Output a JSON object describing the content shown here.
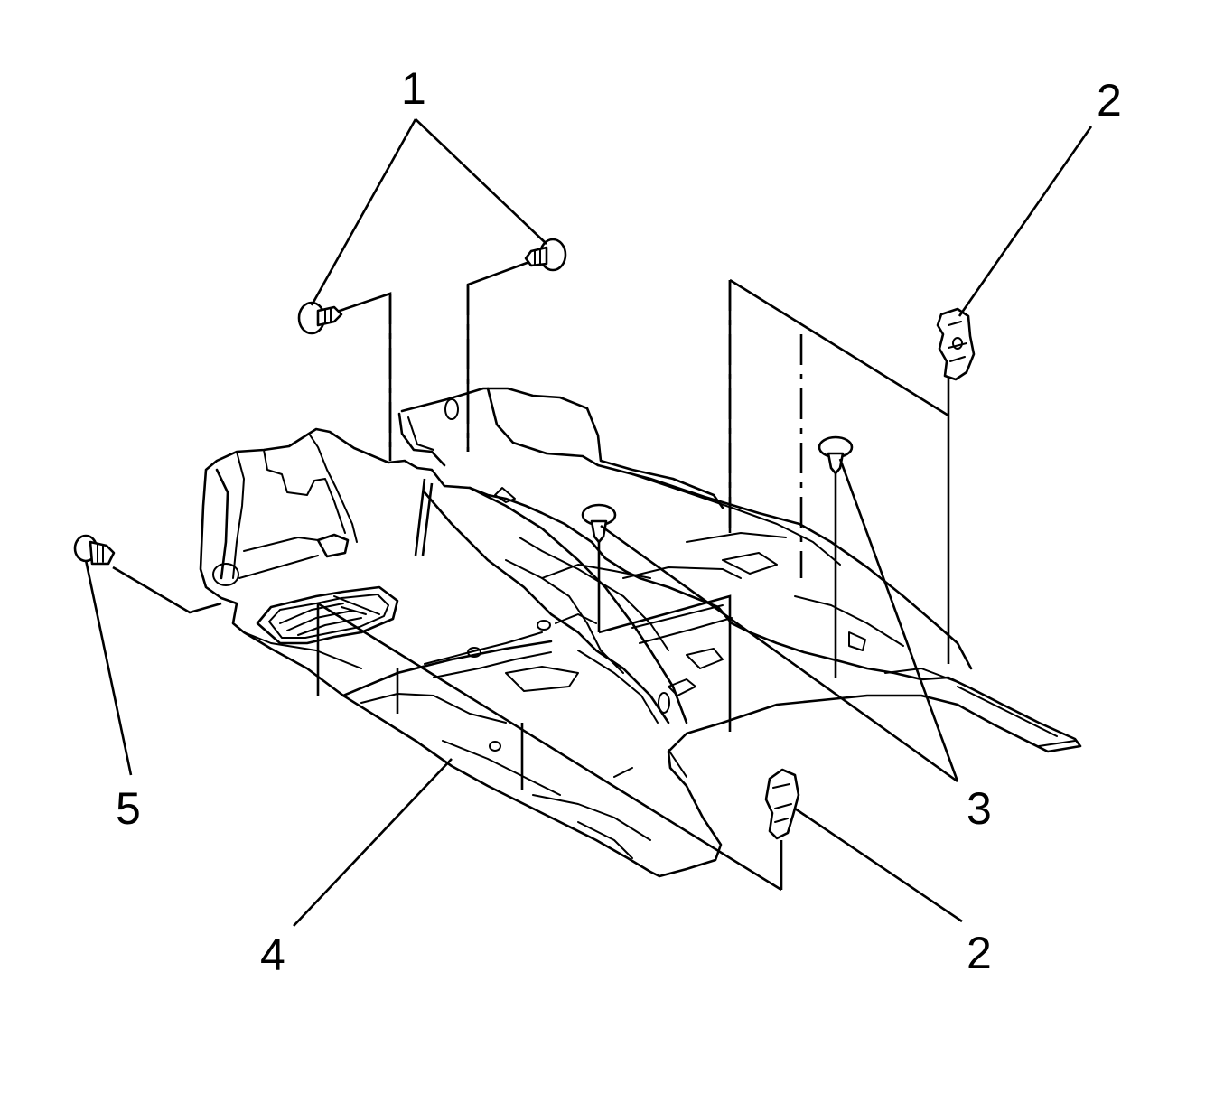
{
  "callouts": {
    "c1": "1",
    "c2_top": "2",
    "c2_bottom": "2",
    "c3": "3",
    "c4": "4",
    "c5": "5"
  }
}
